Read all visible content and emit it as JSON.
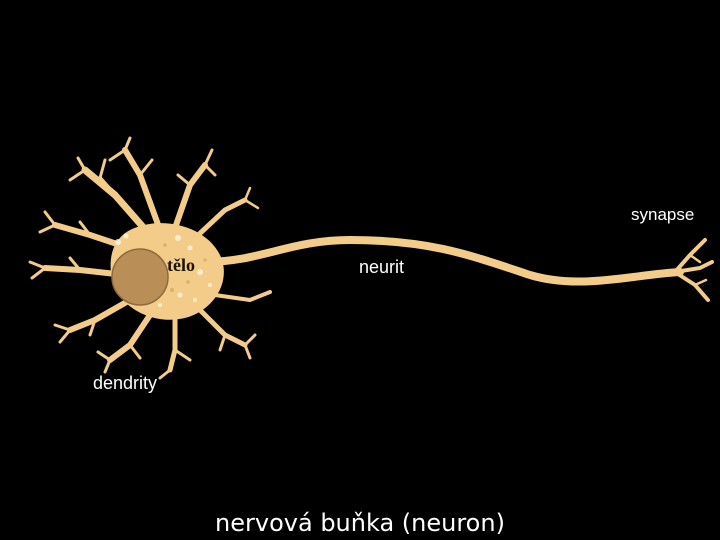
{
  "labels": {
    "synapse": "synapse",
    "neurit": "neurit",
    "dendrity": "dendrity",
    "telo": "tělo"
  },
  "caption": "nervová buňka (neuron)",
  "colors": {
    "background": "#000000",
    "cell": "#f3cc8a",
    "nucleus": "#b98f57",
    "label": "#ffffff"
  }
}
